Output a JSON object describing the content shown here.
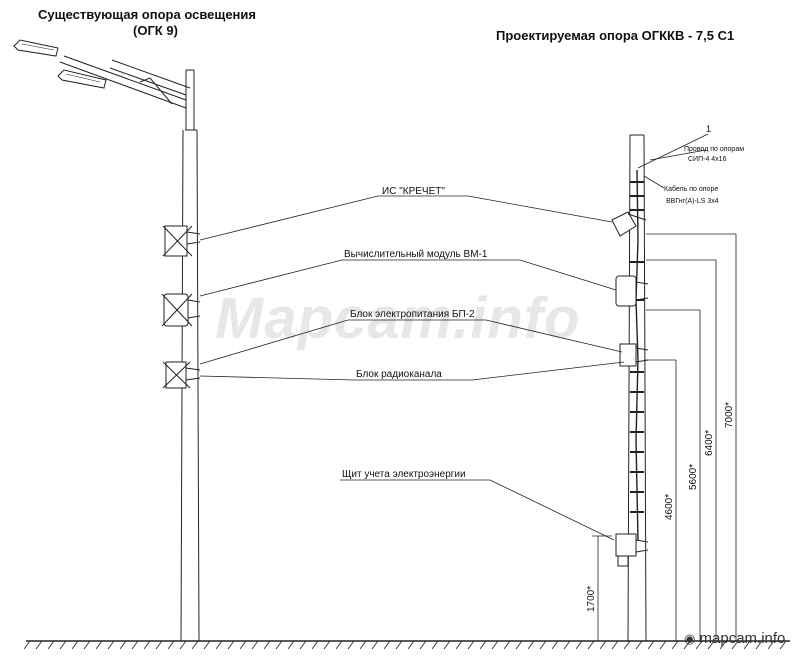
{
  "titles": {
    "existing_line1": "Существующая опора освещения",
    "existing_line2": "(ОГК 9)",
    "projected": "Проектируемая опора ОГККВ - 7,5 С1"
  },
  "labels": {
    "ic_krechet": "ИС \"КРЕЧЕТ\"",
    "compute_module": "Вычислительный модуль ВМ-1",
    "power_block": "Блок электропитания БП-2",
    "radio_block": "Блок радиоканала",
    "meter_panel": "Щит учета электроэнергии"
  },
  "callouts": {
    "num1": "1",
    "wire_line1": "Провод по опорам",
    "wire_line2": "СИП-4 4х16",
    "cable_line1": "Кабель по опоре",
    "cable_line2": "ВВГнг(А)-LS 3х4"
  },
  "dimensions": {
    "d1700": "1700*",
    "d4600": "4600*",
    "d5600": "5600*",
    "d6400": "6400*",
    "d7000": "7000*"
  },
  "watermark": "Mapcam.info",
  "logo": "mapcam.info"
}
